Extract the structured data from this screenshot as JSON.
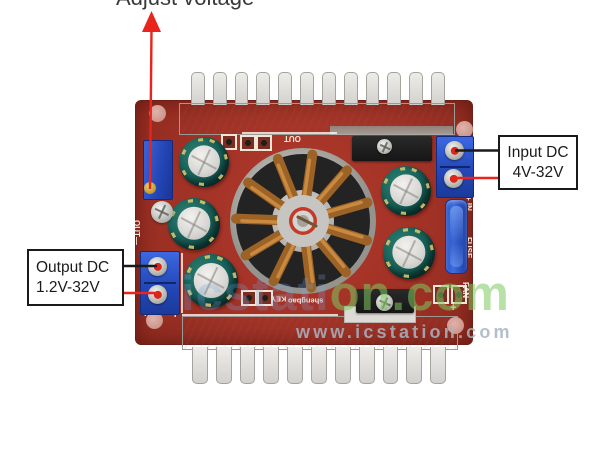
{
  "annotations": {
    "adjust_voltage": {
      "label": "Adjust voltage"
    },
    "input": {
      "title": "Input DC",
      "range": "4V-32V"
    },
    "output": {
      "title": "Output DC",
      "range": "1.2V-32V"
    }
  },
  "pcb": {
    "silkscreen": {
      "out_side": "OUT—",
      "out_top": "OUT",
      "key": "KEY",
      "brand": "shengbao",
      "input_polarity": "+ IN",
      "fuse": "FUSE",
      "fan": "FAN",
      "fan_plus": "+",
      "output_plus_left": "+",
      "output_plus_right": "+"
    }
  },
  "watermark": {
    "brand_name": "icstati",
    "brand_tld": "on.com",
    "url": "www.icstation.com"
  },
  "colors": {
    "pcb_red": "#a23226",
    "annotation_red": "#e8241c",
    "annotation_black": "#1a1a1a",
    "watermark_green": "#7dc95e",
    "watermark_blue": "#7aa7e0"
  }
}
